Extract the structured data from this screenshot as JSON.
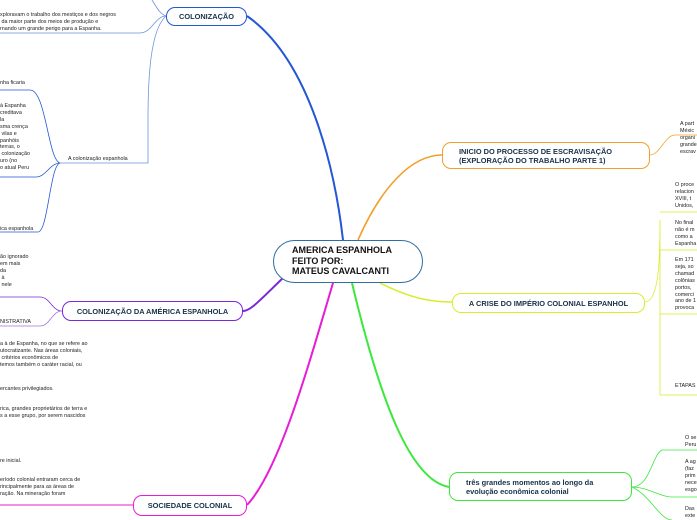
{
  "central": "AMERICA ESPANHOLA\nFEITO POR:\nMATEUS CAVALCANTI",
  "topics": {
    "colonizacao": "COLONIZAÇÃO",
    "colonizacao_america": "COLONIZAÇÃO DA AMÉRICA ESPANHOLA",
    "sociedade": "SOCIEDADE COLONIAL",
    "inicio_escravizacao": "INICIO DO PROCESSO DE ESCRAVISAÇÃO\n(EXPLORAÇÃO DO TRABALHO PARTE 1)",
    "crise": "A CRISE DO IMPÉRIO COLONIAL ESPANHOL",
    "tres_momentos": "três grandes momentos ao longo da\nevolução econômica colonial"
  },
  "left_texts": {
    "t1": "xploravam o trabalho dos mestiços e dos negros\n da maior parte dos meios de produção e\nrnando um grande perigo para a Espanha.",
    "t2": "nha ficaria",
    "t3": "à Espanha\ncreditava\nla\nsma crença\n vilas e\npanhóis\nterras, o\n colonização\nuro (no\no atual Peru",
    "t4": "A colonização espanhola",
    "t5": "ica espanhola",
    "t6": "ão ignorado\nem mais\nda\n à\n nele",
    "t7": "NISTRATIVA",
    "t8": "a à de Espanha, no que se refere ao\nutocratizante. Nas áreas coloniais,\n critérios econômicos de\ntemos também o caráter racial, ou",
    "t9": "ercantes privilegiados.",
    "t10": "rica, grandes proprietários de terra e\ns a esse grupo, por serem nascidos",
    "t11": "re inicial.",
    "t12": "eríodo colonial entraram cerca de\nrincipalmente para as áreas de\nração. Na mineração foram"
  },
  "right_texts": {
    "r1": "A part\nMéxic\norgani\ngrande\nescrav",
    "r2": "O proce\nrelacion\nXVIII, t\nUnidos,",
    "r3": "No final\nnão é m\ncomo a\nEspanha",
    "r4": "Em 171\nseja, so\nchamad\ncolônias\nportos, \ncomerci\nano de 1\nprovoca",
    "r5": "ETAPAS",
    "r6": "O se\nPeru",
    "r7": "A ag\n(faz\nprim\nnece\nesgo",
    "r8": "Das\nexte"
  }
}
